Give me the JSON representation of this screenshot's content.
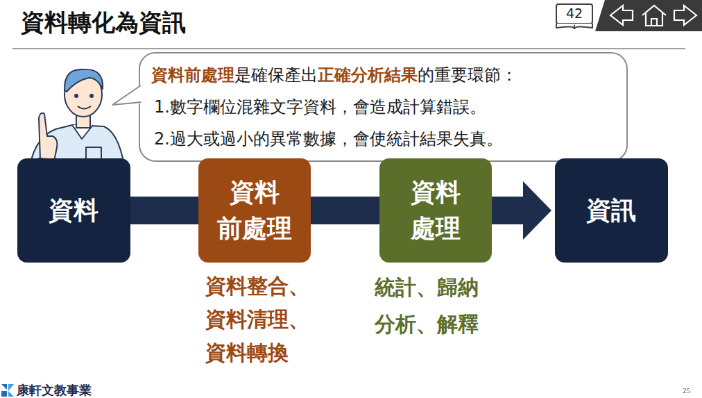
{
  "diagram": {
    "title": "資料轉化為資訊",
    "nodes": [
      {
        "text": [
          "資料前處理",
          "是確保產出",
          "正確分析結果",
          "的重要環節：",
          "1.數字欄位混雜文字資料，會造成計算錯誤。",
          "2.過大或過小的異常數據，會使統計結果失真。"
        ]
      },
      {
        "text": [
          "資料"
        ]
      },
      {
        "text": [
          "資料 前處理"
        ]
      },
      {
        "text": [
          "資料 處理"
        ]
      },
      {
        "text": [
          "資訊"
        ]
      }
    ],
    "edges": [
      {
        "from": 1,
        "to": 2,
        "arrow": "none"
      },
      {
        "from": 2,
        "to": 3,
        "arrow": "none"
      },
      {
        "from": 3,
        "to": 4,
        "arrow": "to"
      }
    ],
    "labels": [
      "42",
      "資料整合、 資料清理、 資料轉換",
      "統計、歸納 分析、解釋",
      "康軒文教事業",
      "25"
    ]
  }
}
